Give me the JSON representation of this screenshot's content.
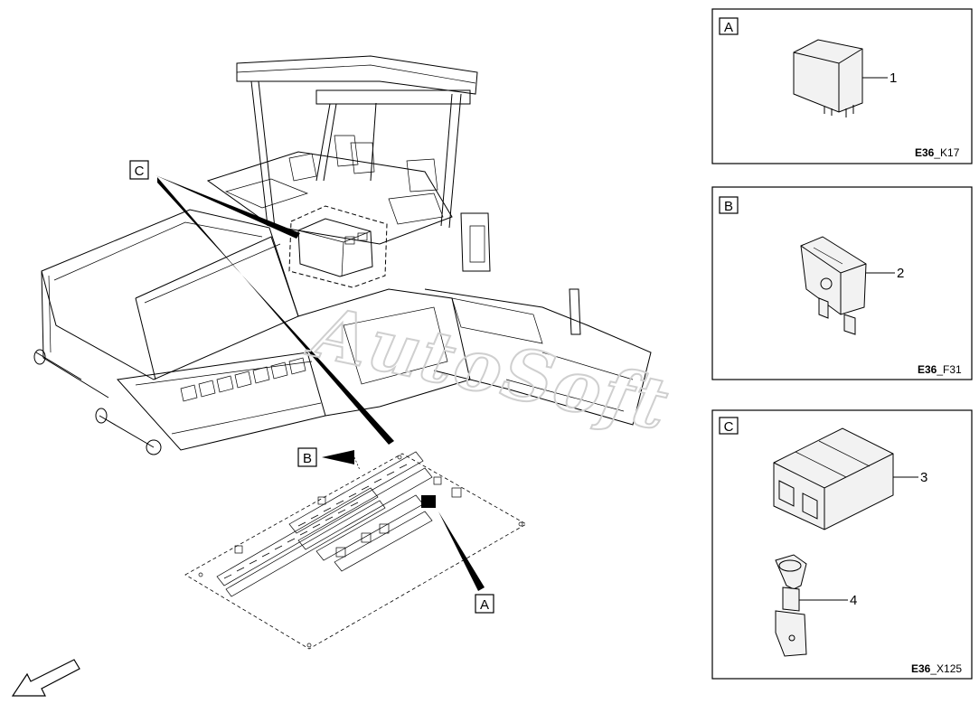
{
  "watermark": "AutoSoft",
  "callouts": {
    "C": "C",
    "B": "B",
    "A": "A"
  },
  "panels": [
    {
      "tag": "A",
      "items": [
        {
          "number": "1"
        }
      ],
      "ref_code": "E36",
      "ref_suffix": "_K17"
    },
    {
      "tag": "B",
      "items": [
        {
          "number": "2"
        }
      ],
      "ref_code": "E36",
      "ref_suffix": "_F31"
    },
    {
      "tag": "C",
      "items": [
        {
          "number": "3"
        },
        {
          "number": "4"
        }
      ],
      "ref_code": "E36",
      "ref_suffix": "_X125"
    }
  ]
}
